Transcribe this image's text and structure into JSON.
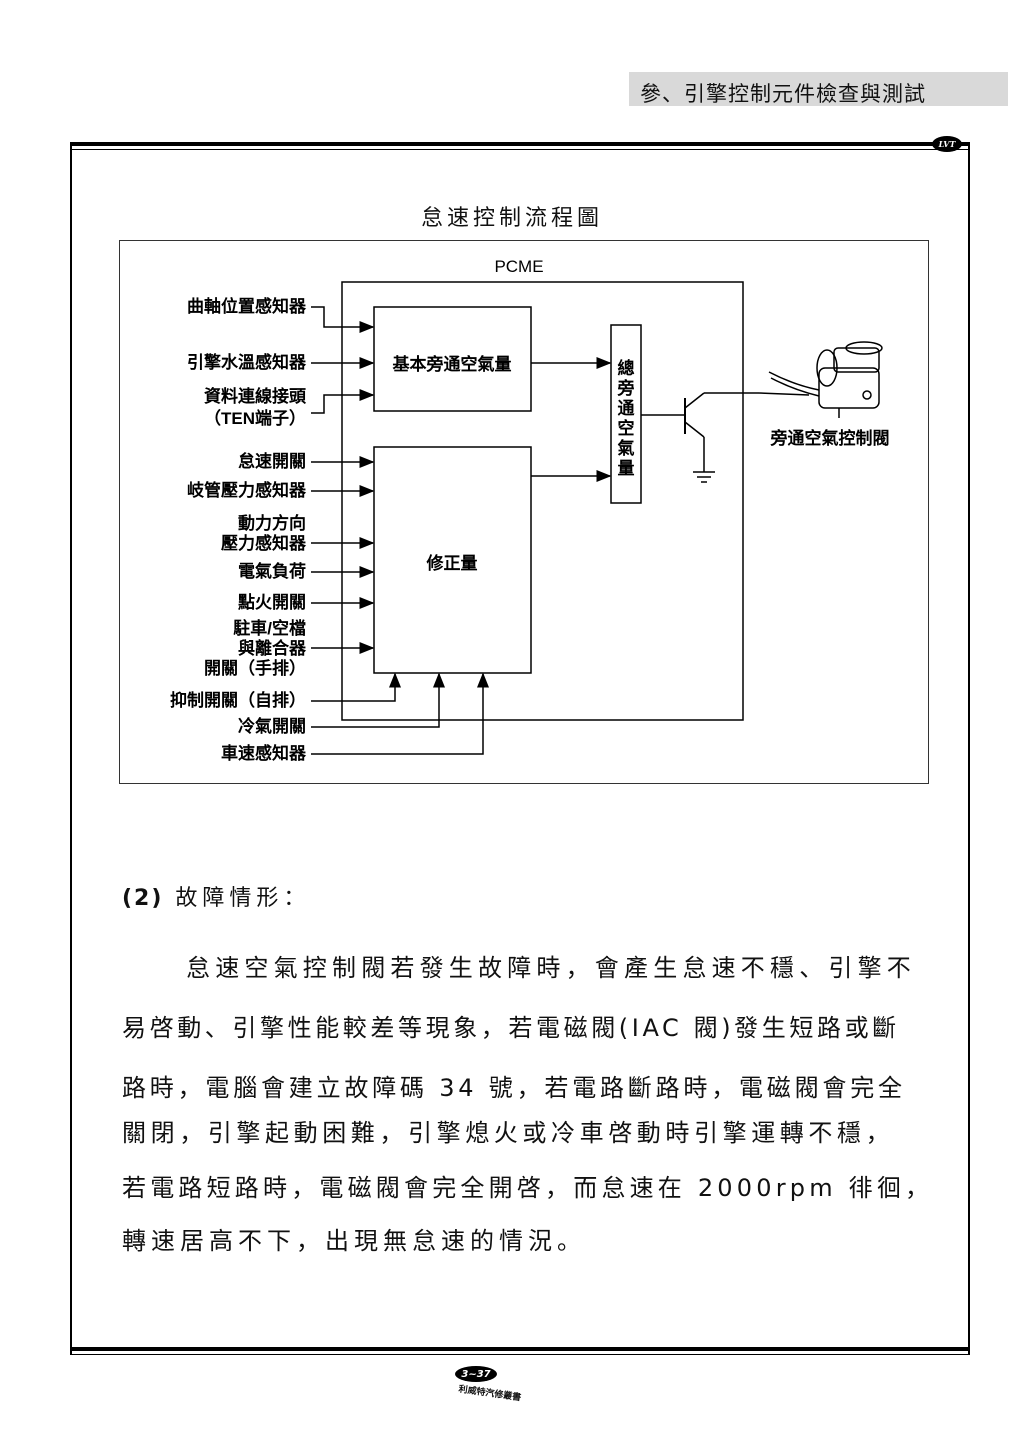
{
  "header": {
    "title": "參、引擎控制元件檢查與測試",
    "brand": "LVT"
  },
  "figure": {
    "title": "怠速控制流程圖",
    "pcme_label": "PCME",
    "inputs": [
      "曲軸位置感知器",
      "引擎水溫感知器",
      "資料連線接頭",
      "（TEN端子）",
      "怠速開關",
      "岐管壓力感知器",
      "動力方向",
      "壓力感知器",
      "電氣負荷",
      "點火開關",
      "駐車/空檔",
      "與離合器",
      "開關（手排）",
      "抑制開關（自排）",
      "冷氣開關",
      "車速感知器"
    ],
    "blocks": {
      "base": "基本旁通空氣量",
      "correction": "修正量",
      "total": "總旁通空氣量"
    },
    "actuator_label": "旁通空氣控制閥"
  },
  "section": {
    "number": "(2)",
    "heading": "故障情形："
  },
  "body_lines": [
    "怠速空氣控制閥若發生故障時，會產生怠速不穩、引擎不",
    "易啓動、引擎性能較差等現象，若電磁閥(IAC 閥)發生短路或斷",
    "路時，電腦會建立故障碼 34 號，若電路斷路時，電磁閥會完全",
    "關閉，引擎起動困難，引擎熄火或冷車啓動時引擎運轉不穩，",
    "若電路短路時，電磁閥會完全開啓，而怠速在 2000rpm 徘徊，",
    "轉速居高不下，出現無怠速的情況。"
  ],
  "footer": {
    "page": "3~37",
    "publisher": "利威特汽修叢書"
  }
}
